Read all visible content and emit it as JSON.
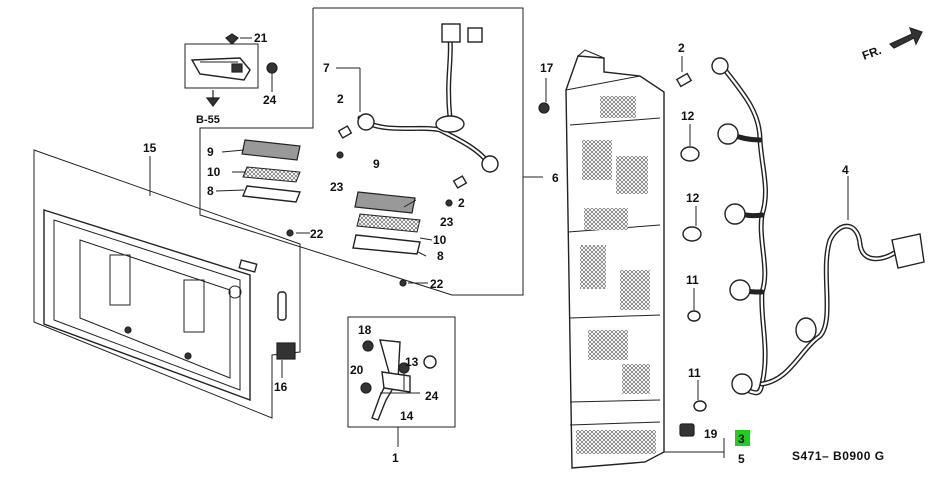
{
  "drawing_code": "S471– B0900 G",
  "direction_label": "FR.",
  "reference_label": "B-55",
  "highlight_color": "#22cc22",
  "callouts": {
    "c1": "1",
    "c2a": "2",
    "c2b": "2",
    "c2c": "2",
    "c3": "3",
    "c4": "4",
    "c5": "5",
    "c6": "6",
    "c7": "7",
    "c8a": "8",
    "c8b": "8",
    "c9a": "9",
    "c9b": "9",
    "c10a": "10",
    "c10b": "10",
    "c11a": "11",
    "c11b": "11",
    "c12a": "12",
    "c12b": "12",
    "c13": "13",
    "c14": "14",
    "c15": "15",
    "c16": "16",
    "c17": "17",
    "c18": "18",
    "c19": "19",
    "c20": "20",
    "c21": "21",
    "c22a": "22",
    "c22b": "22",
    "c23a": "23",
    "c23b": "23",
    "c24a": "24",
    "c24b": "24"
  }
}
